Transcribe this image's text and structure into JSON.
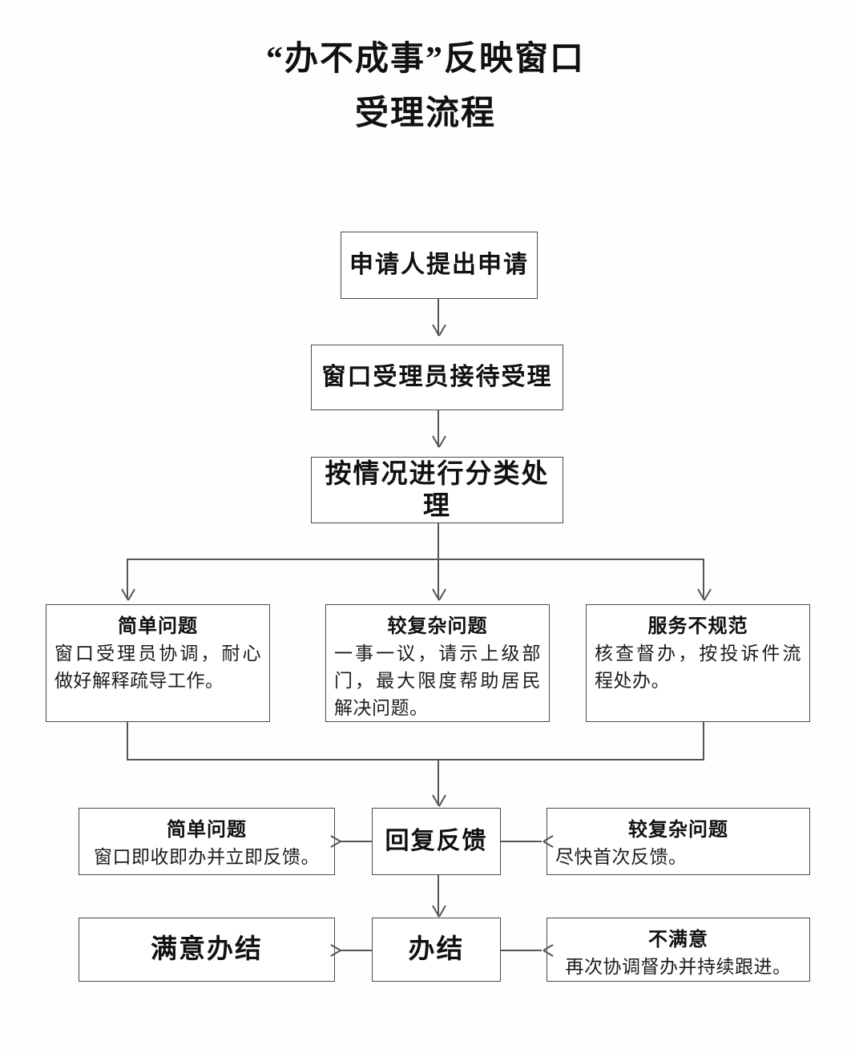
{
  "page": {
    "title_lines": [
      "“办不成事”反映窗口",
      "受理流程"
    ],
    "background": "#ffffff",
    "line_color": "#555555",
    "box_border_color": "#4a4a4a",
    "text_color": "#111111"
  },
  "flow": {
    "step_apply": {
      "label": "申请人提出申请"
    },
    "step_receive": {
      "label": "窗口受理员接待受理"
    },
    "step_classify": {
      "label": "按情况进行分类处理"
    },
    "branch_simple": {
      "heading": "简单问题",
      "detail": "窗口受理员协调，耐心做好解释疏导工作。"
    },
    "branch_complex": {
      "heading": "较复杂问题",
      "detail": "一事一议，请示上级部门，最大限度帮助居民解决问题。"
    },
    "branch_irregular": {
      "heading": "服务不规范",
      "detail": "核查督办，按投诉件流程处办。"
    },
    "reply_feedback": {
      "label": "回复反馈"
    },
    "feedback_simple": {
      "heading": "简单问题",
      "detail": "窗口即收即办并立即反馈。"
    },
    "feedback_complex": {
      "heading": "较复杂问题",
      "detail": "尽快首次反馈。"
    },
    "close_case": {
      "label": "办结"
    },
    "satisfied": {
      "label": "满意办结"
    },
    "unsatisfied": {
      "heading": "不满意",
      "detail": "再次协调督办并持续跟进。"
    }
  }
}
